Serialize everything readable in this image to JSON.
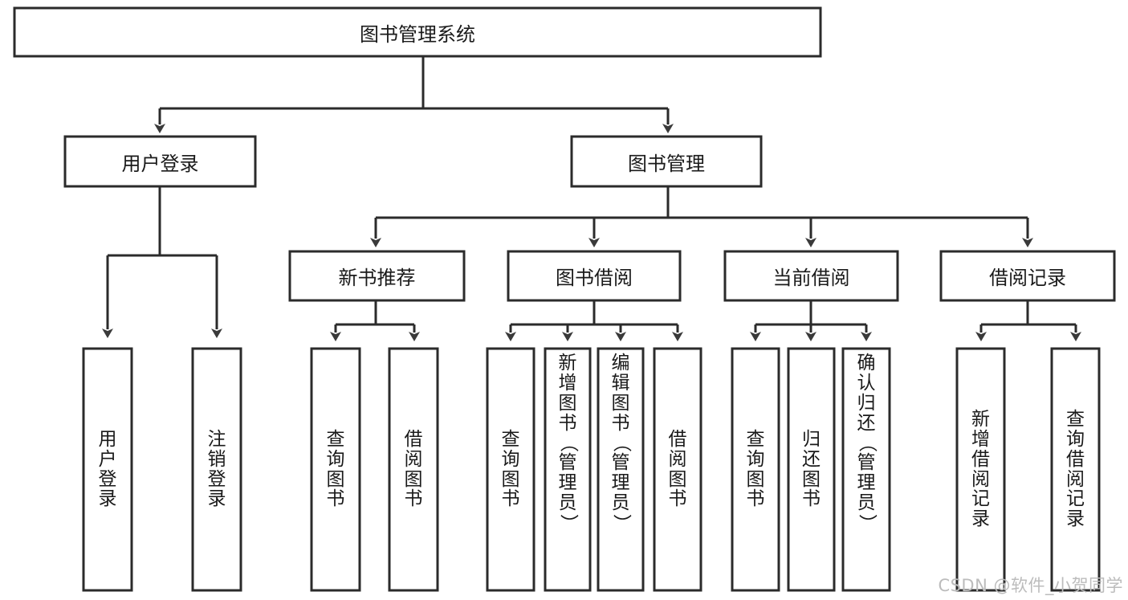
{
  "diagram": {
    "type": "tree",
    "title": "图书管理系统",
    "orientation": "top-down",
    "colors": {
      "box_fill": "#ffffff",
      "box_stroke": "#2b2b2b",
      "text": "#1a1a1a",
      "arrow": "#3a3a3a",
      "watermark": "#bcbcbc",
      "background": "#ffffff"
    },
    "root": {
      "id": "root",
      "label": "图书管理系统"
    },
    "level2": [
      {
        "id": "n-user-login",
        "label": "用户登录"
      },
      {
        "id": "n-book-manage",
        "label": "图书管理"
      }
    ],
    "level3": [
      {
        "id": "n-new-book-rec",
        "label": "新书推荐",
        "parent": "n-book-manage"
      },
      {
        "id": "n-book-borrow",
        "label": "图书借阅",
        "parent": "n-book-manage"
      },
      {
        "id": "n-current-borrow",
        "label": "当前借阅",
        "parent": "n-book-manage"
      },
      {
        "id": "n-borrow-record",
        "label": "借阅记录",
        "parent": "n-book-manage"
      }
    ],
    "leaves": [
      {
        "id": "l-user-login",
        "label": "用户登录",
        "parent": "n-user-login"
      },
      {
        "id": "l-user-logout",
        "label": "注销登录",
        "parent": "n-user-login"
      },
      {
        "id": "l-query-book-1",
        "label": "查询图书",
        "parent": "n-new-book-rec"
      },
      {
        "id": "l-borrow-book-1",
        "label": "借阅图书",
        "parent": "n-new-book-rec"
      },
      {
        "id": "l-query-book-2",
        "label": "查询图书",
        "parent": "n-book-borrow"
      },
      {
        "id": "l-add-book",
        "label": "新增图书（管理员）",
        "parent": "n-book-borrow"
      },
      {
        "id": "l-edit-book",
        "label": "编辑图书（管理员）",
        "parent": "n-book-borrow"
      },
      {
        "id": "l-borrow-book-2",
        "label": "借阅图书",
        "parent": "n-book-borrow"
      },
      {
        "id": "l-query-book-3",
        "label": "查询图书",
        "parent": "n-current-borrow"
      },
      {
        "id": "l-return-book",
        "label": "归还图书",
        "parent": "n-current-borrow"
      },
      {
        "id": "l-confirm-return",
        "label": "确认归还（管理员）",
        "parent": "n-current-borrow"
      },
      {
        "id": "l-add-record",
        "label": "新增借阅记录",
        "parent": "n-borrow-record"
      },
      {
        "id": "l-query-record",
        "label": "查询借阅记录",
        "parent": "n-borrow-record"
      }
    ],
    "watermark": "CSDN @软件_小贺同学"
  }
}
